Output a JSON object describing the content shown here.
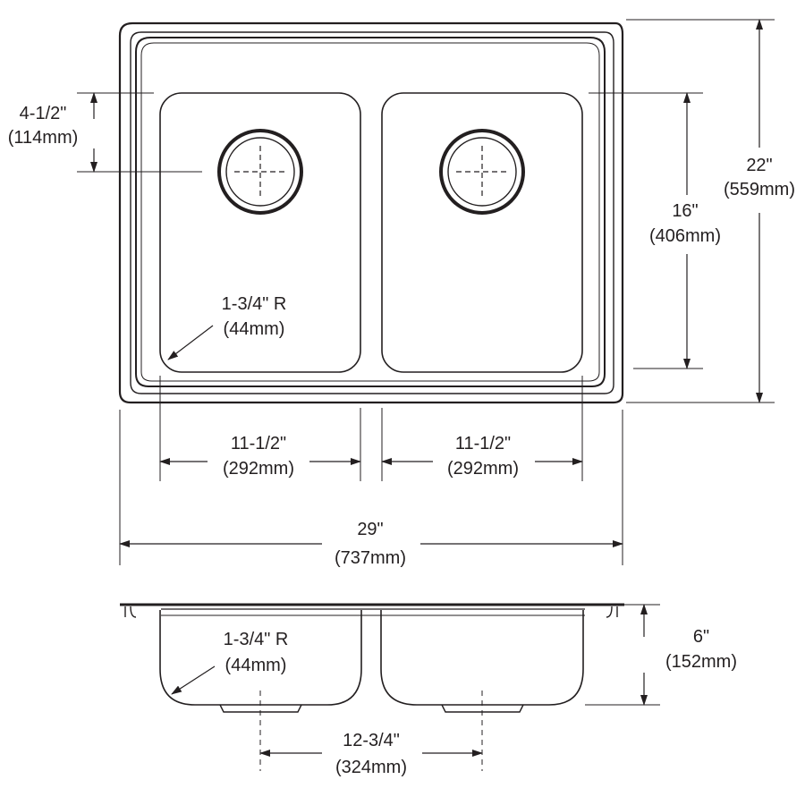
{
  "top_view": {
    "depth_to_drain": {
      "imperial": "4-1/2\"",
      "metric": "(114mm)"
    },
    "overall_depth": {
      "imperial": "22\"",
      "metric": "(559mm)"
    },
    "bowl_depth": {
      "imperial": "16\"",
      "metric": "(406mm)"
    },
    "corner_radius": {
      "imperial": "1-3/4\" R",
      "metric": "(44mm)"
    },
    "left_bowl_width": {
      "imperial": "11-1/2\"",
      "metric": "(292mm)"
    },
    "right_bowl_width": {
      "imperial": "11-1/2\"",
      "metric": "(292mm)"
    },
    "overall_width": {
      "imperial": "29\"",
      "metric": "(737mm)"
    }
  },
  "side_view": {
    "corner_radius": {
      "imperial": "1-3/4\" R",
      "metric": "(44mm)"
    },
    "bowl_height": {
      "imperial": "6\"",
      "metric": "(152mm)"
    },
    "drain_spacing": {
      "imperial": "12-3/4\"",
      "metric": "(324mm)"
    }
  },
  "colors": {
    "line": "#231f20",
    "background": "#ffffff"
  }
}
